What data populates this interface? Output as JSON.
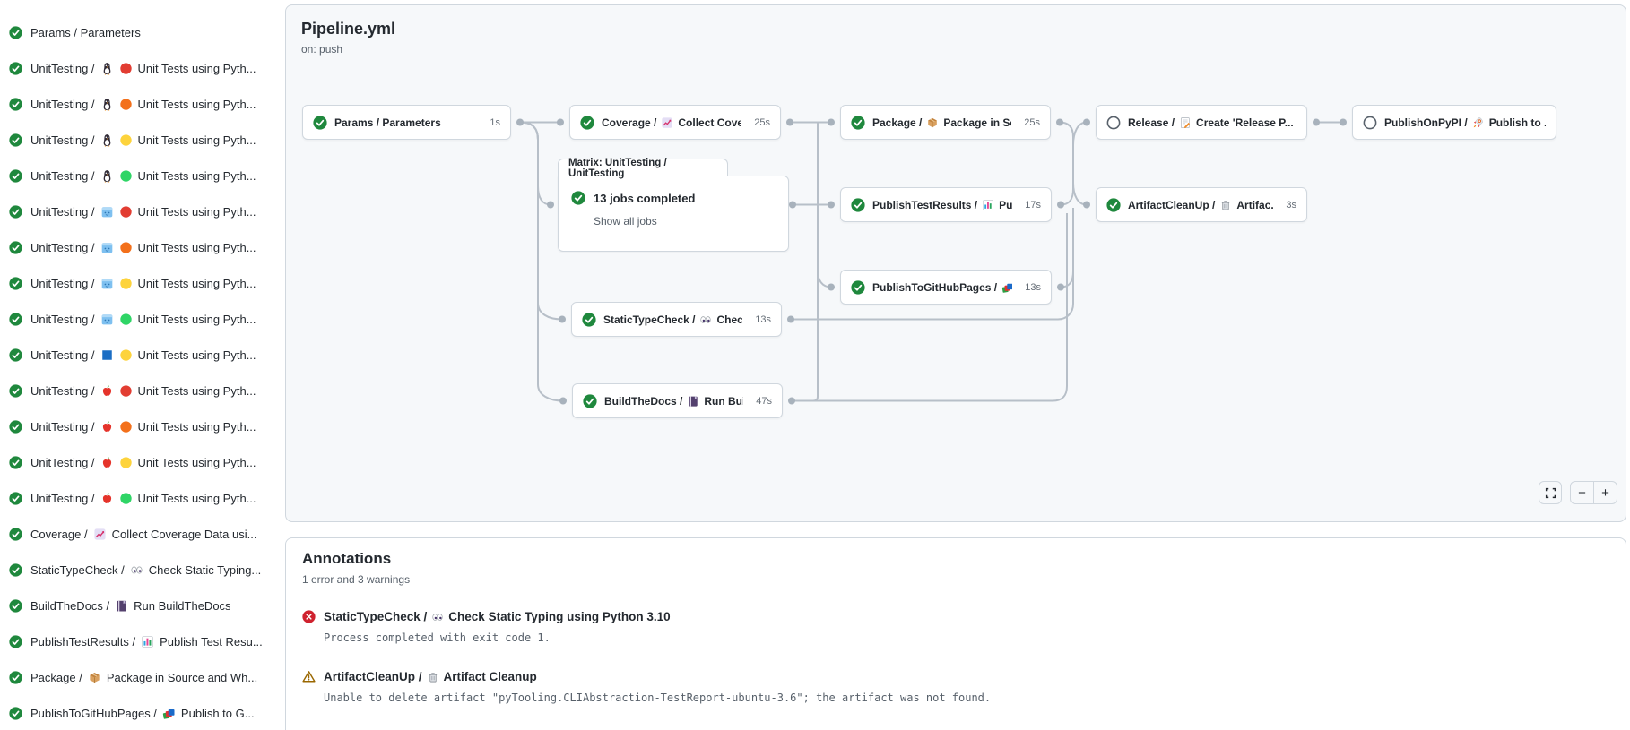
{
  "colors": {
    "success_green": "#1f883d",
    "error_red": "#cf222e",
    "warning_amber": "#9a6700",
    "edge_gray": "#b7bfc8",
    "canvas_bg": "#f6f8fa",
    "border": "#d0d7de"
  },
  "sidebar": {
    "jobs": [
      {
        "status": "success",
        "parts": [
          [
            "t",
            "Params / Parameters"
          ]
        ]
      },
      {
        "status": "success",
        "parts": [
          [
            "t",
            "UnitTesting /"
          ],
          [
            "i",
            "penguin"
          ],
          [
            "i",
            "dot-red"
          ],
          [
            "t",
            "Unit Tests using Pyth..."
          ]
        ]
      },
      {
        "status": "success",
        "parts": [
          [
            "t",
            "UnitTesting /"
          ],
          [
            "i",
            "penguin"
          ],
          [
            "i",
            "dot-orange"
          ],
          [
            "t",
            "Unit Tests using Pyth..."
          ]
        ]
      },
      {
        "status": "success",
        "parts": [
          [
            "t",
            "UnitTesting /"
          ],
          [
            "i",
            "penguin"
          ],
          [
            "i",
            "dot-yellow"
          ],
          [
            "t",
            "Unit Tests using Pyth..."
          ]
        ]
      },
      {
        "status": "success",
        "parts": [
          [
            "t",
            "UnitTesting /"
          ],
          [
            "i",
            "penguin"
          ],
          [
            "i",
            "dot-green"
          ],
          [
            "t",
            "Unit Tests using Pyth..."
          ]
        ]
      },
      {
        "status": "success",
        "parts": [
          [
            "t",
            "UnitTesting /"
          ],
          [
            "i",
            "ice-cube"
          ],
          [
            "i",
            "dot-red"
          ],
          [
            "t",
            "Unit Tests using Pyth..."
          ]
        ]
      },
      {
        "status": "success",
        "parts": [
          [
            "t",
            "UnitTesting /"
          ],
          [
            "i",
            "ice-cube"
          ],
          [
            "i",
            "dot-orange"
          ],
          [
            "t",
            "Unit Tests using Pyth..."
          ]
        ]
      },
      {
        "status": "success",
        "parts": [
          [
            "t",
            "UnitTesting /"
          ],
          [
            "i",
            "ice-cube"
          ],
          [
            "i",
            "dot-yellow"
          ],
          [
            "t",
            "Unit Tests using Pyth..."
          ]
        ]
      },
      {
        "status": "success",
        "parts": [
          [
            "t",
            "UnitTesting /"
          ],
          [
            "i",
            "ice-cube"
          ],
          [
            "i",
            "dot-green"
          ],
          [
            "t",
            "Unit Tests using Pyth..."
          ]
        ]
      },
      {
        "status": "success",
        "parts": [
          [
            "t",
            "UnitTesting /"
          ],
          [
            "i",
            "windows-square"
          ],
          [
            "i",
            "dot-yellow"
          ],
          [
            "t",
            "Unit Tests using Pyth..."
          ]
        ]
      },
      {
        "status": "success",
        "parts": [
          [
            "t",
            "UnitTesting /"
          ],
          [
            "i",
            "apple"
          ],
          [
            "i",
            "dot-red"
          ],
          [
            "t",
            "Unit Tests using Pyth..."
          ]
        ]
      },
      {
        "status": "success",
        "parts": [
          [
            "t",
            "UnitTesting /"
          ],
          [
            "i",
            "apple"
          ],
          [
            "i",
            "dot-orange"
          ],
          [
            "t",
            "Unit Tests using Pyth..."
          ]
        ]
      },
      {
        "status": "success",
        "parts": [
          [
            "t",
            "UnitTesting /"
          ],
          [
            "i",
            "apple"
          ],
          [
            "i",
            "dot-yellow"
          ],
          [
            "t",
            "Unit Tests using Pyth..."
          ]
        ]
      },
      {
        "status": "success",
        "parts": [
          [
            "t",
            "UnitTesting /"
          ],
          [
            "i",
            "apple"
          ],
          [
            "i",
            "dot-green"
          ],
          [
            "t",
            "Unit Tests using Pyth..."
          ]
        ]
      },
      {
        "status": "success",
        "parts": [
          [
            "t",
            "Coverage /"
          ],
          [
            "i",
            "chart-up"
          ],
          [
            "t",
            "Collect Coverage Data usi..."
          ]
        ]
      },
      {
        "status": "success",
        "parts": [
          [
            "t",
            "StaticTypeCheck /"
          ],
          [
            "i",
            "eyes"
          ],
          [
            "t",
            "Check Static Typing..."
          ]
        ]
      },
      {
        "status": "success",
        "parts": [
          [
            "t",
            "BuildTheDocs /"
          ],
          [
            "i",
            "notebook"
          ],
          [
            "t",
            "Run BuildTheDocs"
          ]
        ]
      },
      {
        "status": "success",
        "parts": [
          [
            "t",
            "PublishTestResults /"
          ],
          [
            "i",
            "bar-chart"
          ],
          [
            "t",
            "Publish Test Resu..."
          ]
        ]
      },
      {
        "status": "success",
        "parts": [
          [
            "t",
            "Package /"
          ],
          [
            "i",
            "package"
          ],
          [
            "t",
            "Package in Source and Wh..."
          ]
        ]
      },
      {
        "status": "success",
        "parts": [
          [
            "t",
            "PublishToGitHubPages /"
          ],
          [
            "i",
            "books"
          ],
          [
            "t",
            "Publish to G..."
          ]
        ]
      }
    ]
  },
  "graph": {
    "title": "Pipeline.yml",
    "trigger": "on: push",
    "matrix": {
      "label": "Matrix: UnitTesting / UnitTesting",
      "summary": "13 jobs completed",
      "link_label": "Show all jobs"
    },
    "nodes": [
      {
        "id": "params",
        "status": "success",
        "duration": "1s",
        "parts": [
          [
            "t",
            "Params / Parameters"
          ]
        ]
      },
      {
        "id": "coverage",
        "status": "success",
        "duration": "25s",
        "parts": [
          [
            "t",
            "Coverage /"
          ],
          [
            "i",
            "chart-up"
          ],
          [
            "t",
            "Collect Cove..."
          ]
        ]
      },
      {
        "id": "package",
        "status": "success",
        "duration": "25s",
        "parts": [
          [
            "t",
            "Package /"
          ],
          [
            "i",
            "package"
          ],
          [
            "t",
            "Package in So..."
          ]
        ]
      },
      {
        "id": "release",
        "status": "skipped",
        "duration": "",
        "parts": [
          [
            "t",
            "Release /"
          ],
          [
            "i",
            "memo"
          ],
          [
            "t",
            "Create 'Release P..."
          ]
        ]
      },
      {
        "id": "publishOnPyPI",
        "status": "skipped",
        "duration": "",
        "parts": [
          [
            "t",
            "PublishOnPyPI /"
          ],
          [
            "i",
            "rocket"
          ],
          [
            "t",
            "Publish to ..."
          ]
        ]
      },
      {
        "id": "publishTestResults",
        "status": "success",
        "duration": "17s",
        "parts": [
          [
            "t",
            "PublishTestResults /"
          ],
          [
            "i",
            "bar-chart"
          ],
          [
            "t",
            "Pu..."
          ]
        ]
      },
      {
        "id": "artifactCleanUp",
        "status": "success",
        "duration": "3s",
        "parts": [
          [
            "t",
            "ArtifactCleanUp /"
          ],
          [
            "i",
            "trash"
          ],
          [
            "t",
            "Artifac..."
          ]
        ]
      },
      {
        "id": "publishToGitHubPages",
        "status": "success",
        "duration": "13s",
        "parts": [
          [
            "t",
            "PublishToGitHubPages /"
          ],
          [
            "i",
            "books"
          ],
          [
            "t",
            "..."
          ]
        ]
      },
      {
        "id": "staticTypeCheck",
        "status": "success",
        "duration": "13s",
        "parts": [
          [
            "t",
            "StaticTypeCheck /"
          ],
          [
            "i",
            "eyes"
          ],
          [
            "t",
            "Chec..."
          ]
        ]
      },
      {
        "id": "buildTheDocs",
        "status": "success",
        "duration": "47s",
        "parts": [
          [
            "t",
            "BuildTheDocs /"
          ],
          [
            "i",
            "notebook"
          ],
          [
            "t",
            "Run Buil..."
          ]
        ]
      }
    ],
    "controls": {
      "zoom_out": "−",
      "zoom_in": "+"
    }
  },
  "annotations": {
    "title": "Annotations",
    "subtitle": "1 error and 3 warnings",
    "items": [
      {
        "severity": "error",
        "parts": [
          [
            "t",
            "StaticTypeCheck /"
          ],
          [
            "i",
            "eyes"
          ],
          [
            "t",
            "Check Static Typing using Python 3.10"
          ]
        ],
        "message": "Process completed with exit code 1."
      },
      {
        "severity": "warning",
        "parts": [
          [
            "t",
            "ArtifactCleanUp /"
          ],
          [
            "i",
            "trash"
          ],
          [
            "t",
            "Artifact Cleanup"
          ]
        ],
        "message": "Unable to delete artifact \"pyTooling.CLIAbstraction-TestReport-ubuntu-3.6\"; the artifact was not found."
      }
    ]
  }
}
